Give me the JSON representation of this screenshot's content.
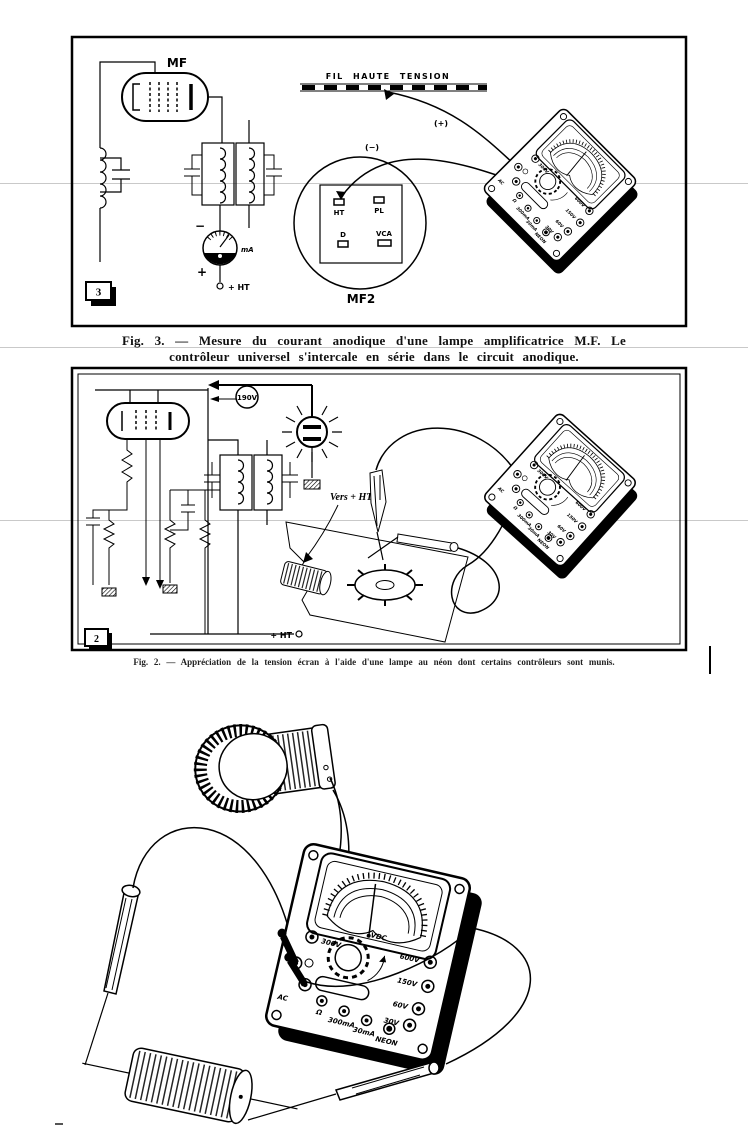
{
  "figure3": {
    "corner_number": "3",
    "tube_label": "MF",
    "ht_wire_label": "FIL HAUTE TENSION",
    "lead_plus": "(+)",
    "lead_minus": "(−)",
    "socket_name": "MF2",
    "terminals": [
      "HT",
      "PL",
      "D",
      "VCA"
    ],
    "meter_unit": "mA",
    "meter_minus": "−",
    "meter_plus": "+",
    "ht_terminal": "+ HT",
    "caption_line1": "Fig. 3. — Mesure du courant anodique d'une lampe amplificatrice M.F. Le",
    "caption_line2": "contrôleur universel s'intercale en série dans le circuit anodique."
  },
  "figure2": {
    "corner_number": "2",
    "screen_voltage": "190V",
    "vers_ht_label": "Vers + HT",
    "ht_terminal": "+ HT",
    "caption": "Fig. 2. — Appréciation de la tension écran à l'aide d'une lampe au néon dont certains contrôleurs sont munis."
  },
  "multimeter": {
    "meter_face": "VDC",
    "jack_300v": "300V",
    "jack_600v": "600V",
    "jack_150v": "150V",
    "jack_60v": "60V",
    "jack_30v": "30V",
    "jack_ac": "AC",
    "jack_ohm": "Ω",
    "jack_300ma": "300mA",
    "jack_30ma": "30mA",
    "jack_neon": "NEON"
  }
}
